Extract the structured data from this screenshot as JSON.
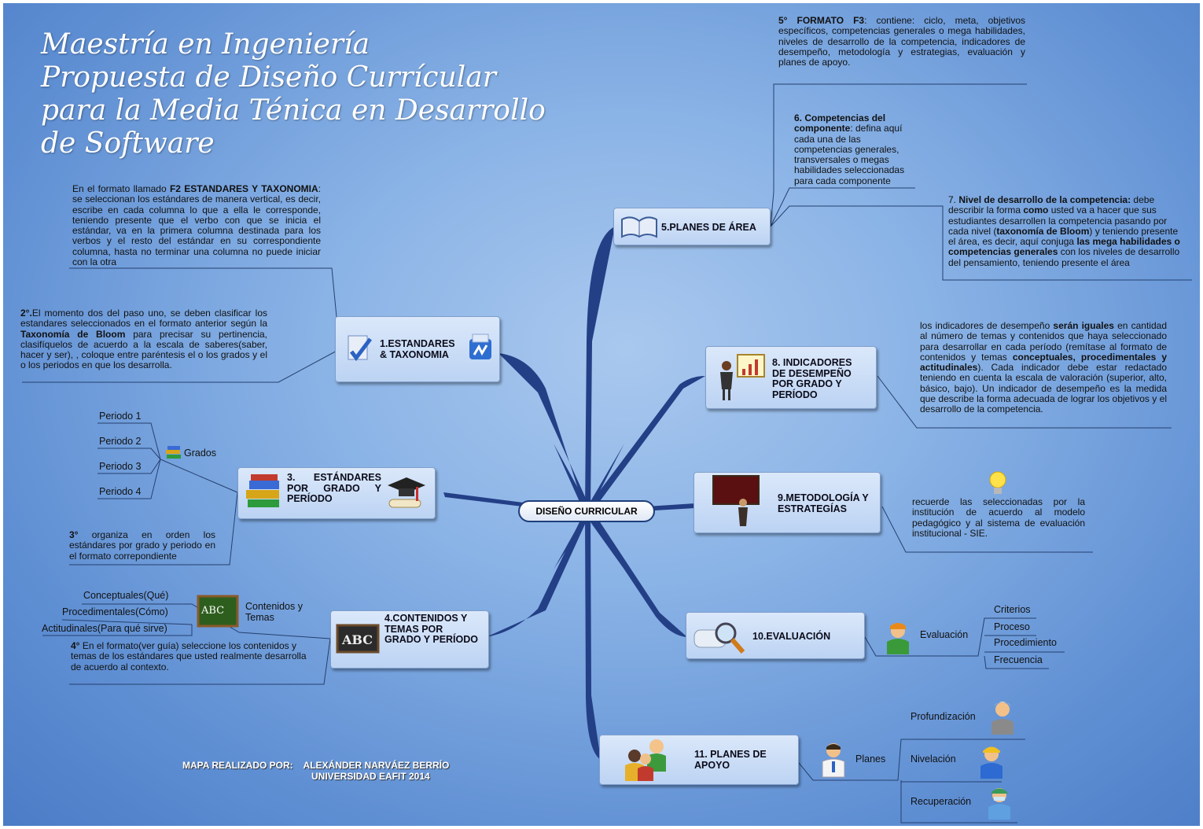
{
  "title_lines": [
    "Maestría en Ingeniería",
    "Propuesta de Diseño Currícular",
    "para la Media Ténica en Desarrollo",
    "de Software"
  ],
  "center": "DISEÑO CURRICULAR",
  "nodes": {
    "n1": "1.ESTANDARES & TAXONOMIA",
    "n3": "3. ESTÁNDARES POR GRADO Y PERÍODO",
    "n4": "4.CONTENIDOS Y TEMAS POR GRADO Y PERÍODO",
    "n5": "5.PLANES DE ÁREA",
    "n8": "8. INDICADORES DE DESEMPEÑO POR GRADO Y PERÍODO",
    "n9": "9.METODOLOGÍA Y ESTRATEGÍAS",
    "n10": "10.EVALUACIÓN",
    "n11": "11. PLANES DE APOYO"
  },
  "notes": {
    "f2": {
      "pre": "En el formato llamado ",
      "b1": "F2 ESTANDARES Y TAXONOMIA",
      "post": ": se seleccionan los estándares de manera vertical, es decir, escribe en cada columna lo que a ella le corresponde, teniendo presente que el verbo con que se inicia el estándar, va en la primera columna destinada para los verbos y el resto del estándar en su correspondiente columna, hasta no terminar una columna no puede iniciar con la otra"
    },
    "paso2": {
      "b1": "2°.",
      "mid1": "El momento dos del paso uno, se deben clasificar los estandares seleccionados en el formato anterior según la ",
      "b2": "Taxonomía de Bloom",
      "mid2": " para precisar su pertinencia, clasifíquelos de acuerdo a la escala de saberes(saber, hacer y ser), , coloque entre paréntesis el o los grados y el o los periodos en que los desarrolla."
    },
    "paso3": {
      "b1": "3°",
      "post": " organiza en orden los estándares por grado y periodo en el formato correpondiente"
    },
    "paso4": {
      "b1": "4°",
      "post": " En el formato(ver guía) seleccione los contenidos y temas de los estándares que usted realmente desarrolla de acuerdo al contexto."
    },
    "f3": {
      "b1": "5° FORMATO F3",
      "post": ": contiene: ciclo, meta, objetivos específicos, competencias generales o mega habilidades, niveles de desarrollo de la competencia, indicadores de desempeño, metodología y estrategias, evaluación y planes de apoyo."
    },
    "comp6": {
      "b1": "6. Competencias del componente",
      "post": ": defina aquí cada una de las competencias generales, transversales o megas habilidades seleccionadas para cada componente"
    },
    "nivel7": {
      "n": "7. ",
      "b1": "Nivel de desarrollo de la competencia:",
      "p1": " debe describir la forma ",
      "b2": "como",
      "p2": " usted va a hacer que sus estudiantes desarrollen la competencia pasando por cada nivel (",
      "b3": "taxonomía de Bloom",
      "p3": ") y teniendo presente el área, es decir, aquí conjuga ",
      "b4": "las mega habilidades o competencias generales",
      "p4": " con los niveles de desarrollo del pensamiento, teniendo presente el área"
    },
    "ind8": {
      "p1": "los indicadores de desempeño ",
      "b1": "serán iguales",
      "p2": " en cantidad al número de temas y contenidos que haya seleccionado para desarrollar en cada período (remítase al formato de contenidos y temas ",
      "b2": "conceptuales, procedimentales y actitudinales",
      "p3": "). Cada indicador debe estar redactado teniendo en cuenta la escala de valoración (superior, alto, básico, bajo). Un indicador de desempeño es la medida que describe la forma adecuada de lograr los objetivos y el desarrollo de la competencia."
    },
    "met9": "recuerde las seleccionadas por la institución de acuerdo al modelo pedagógico y al sistema de evaluación institucional - SIE."
  },
  "grados": {
    "label": "Grados",
    "periodos": [
      "Periodo 1",
      "Periodo 2",
      "Periodo 3",
      "Periodo 4"
    ]
  },
  "contenidos": {
    "label": "Contenidos y Temas",
    "items": [
      "Conceptuales(Qué)",
      "Procedimentales(Cómo)",
      "Actitudinales(Para qué sirve)"
    ]
  },
  "evaluacion": {
    "label": "Evaluación",
    "items": [
      "Criterios",
      "Proceso",
      "Procedimiento",
      "Frecuencia"
    ]
  },
  "planes": {
    "label": "Planes",
    "items": [
      "Profundización",
      "Nivelación",
      "Recuperación"
    ]
  },
  "credit": {
    "line1": "MAPA REALIZADO POR:    ALEXÁNDER NARVÁEZ BERRÍO",
    "line2": "UNIVERSIDAD EAFIT 2014"
  }
}
